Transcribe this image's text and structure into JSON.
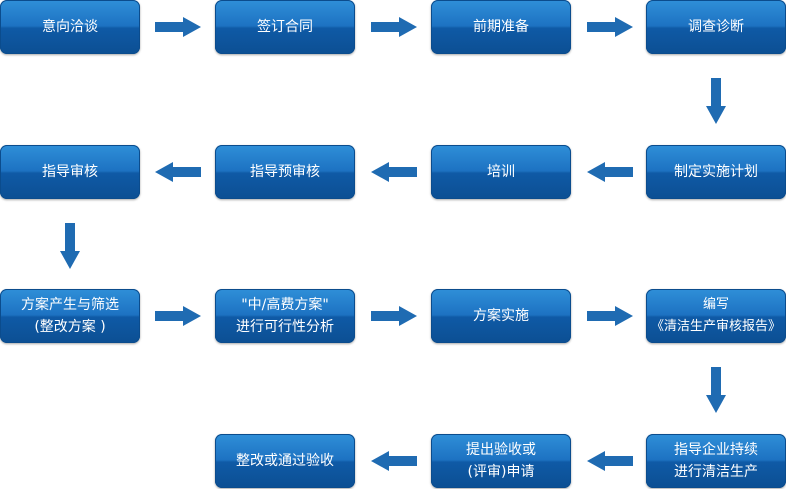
{
  "accent_color": "#1a6cb9",
  "arrow_color": "#1f6bb2",
  "steps": [
    {
      "id": "s1",
      "lines": [
        "意向洽谈"
      ]
    },
    {
      "id": "s2",
      "lines": [
        "签订合同"
      ]
    },
    {
      "id": "s3",
      "lines": [
        "前期准备"
      ]
    },
    {
      "id": "s4",
      "lines": [
        "调查诊断"
      ]
    },
    {
      "id": "s5",
      "lines": [
        "制定实施计划"
      ]
    },
    {
      "id": "s6",
      "lines": [
        "培训"
      ]
    },
    {
      "id": "s7",
      "lines": [
        "指导预审核"
      ]
    },
    {
      "id": "s8",
      "lines": [
        "指导审核"
      ]
    },
    {
      "id": "s9",
      "lines": [
        "方案产生与筛选",
        "(整改方案 )"
      ]
    },
    {
      "id": "s10",
      "lines": [
        "\"中/高费方案\"",
        "进行可行性分析"
      ]
    },
    {
      "id": "s11",
      "lines": [
        "方案实施"
      ]
    },
    {
      "id": "s12",
      "lines": [
        "编写",
        "《清洁生产审核报告》"
      ]
    },
    {
      "id": "s13",
      "lines": [
        "指导企业持续",
        "进行清洁生产"
      ]
    },
    {
      "id": "s14",
      "lines": [
        "提出验收或",
        "(评审)申请"
      ]
    },
    {
      "id": "s15",
      "lines": [
        "整改或通过验收"
      ]
    }
  ]
}
